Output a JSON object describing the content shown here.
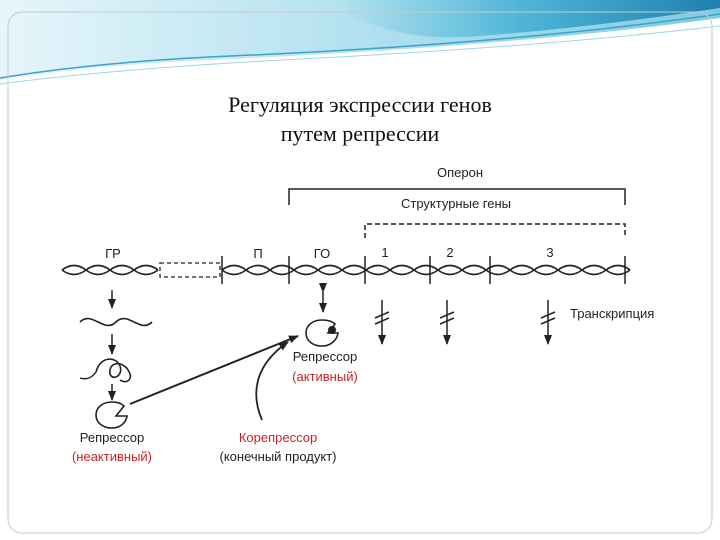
{
  "title": {
    "line1": "Регуляция экспрессии генов",
    "line2": "путем репрессии"
  },
  "labels": {
    "operon": "Оперон",
    "structural_genes": "Структурные гены",
    "gr": "ГР",
    "p": "П",
    "go": "ГО",
    "gene1": "1",
    "gene2": "2",
    "gene3": "3",
    "transcription": "Транскрипция",
    "repressor_active": "Репрессор",
    "active": "(активный)",
    "repressor_inactive": "Репрессор",
    "inactive": "(неактивный)",
    "corepressor": "Корепрессор",
    "end_product": "(конечный продукт)"
  },
  "colors": {
    "accent_red": "#c8232c",
    "line": "#222222",
    "frame_blue": "#3aa3c8"
  }
}
